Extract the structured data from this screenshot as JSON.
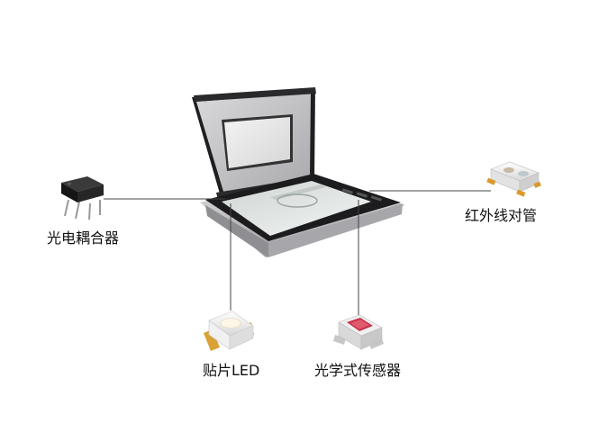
{
  "labels": {
    "optocoupler": "光电耦合器",
    "ir_pair": "红外线对管",
    "smd_led": "贴片LED",
    "optical_sensor": "光学式传感器"
  },
  "colors": {
    "background": "#ffffff",
    "connector_line": "#444444",
    "scanner_body": "#c9c9cb",
    "scanner_dark": "#1b1b1d",
    "scanner_panel": "#e8e8e8",
    "sensor_red": "#c8314a"
  },
  "icons": [
    "scanner-image",
    "optocoupler-component",
    "ir-pair-component",
    "smd-led-component",
    "optical-sensor-component"
  ]
}
